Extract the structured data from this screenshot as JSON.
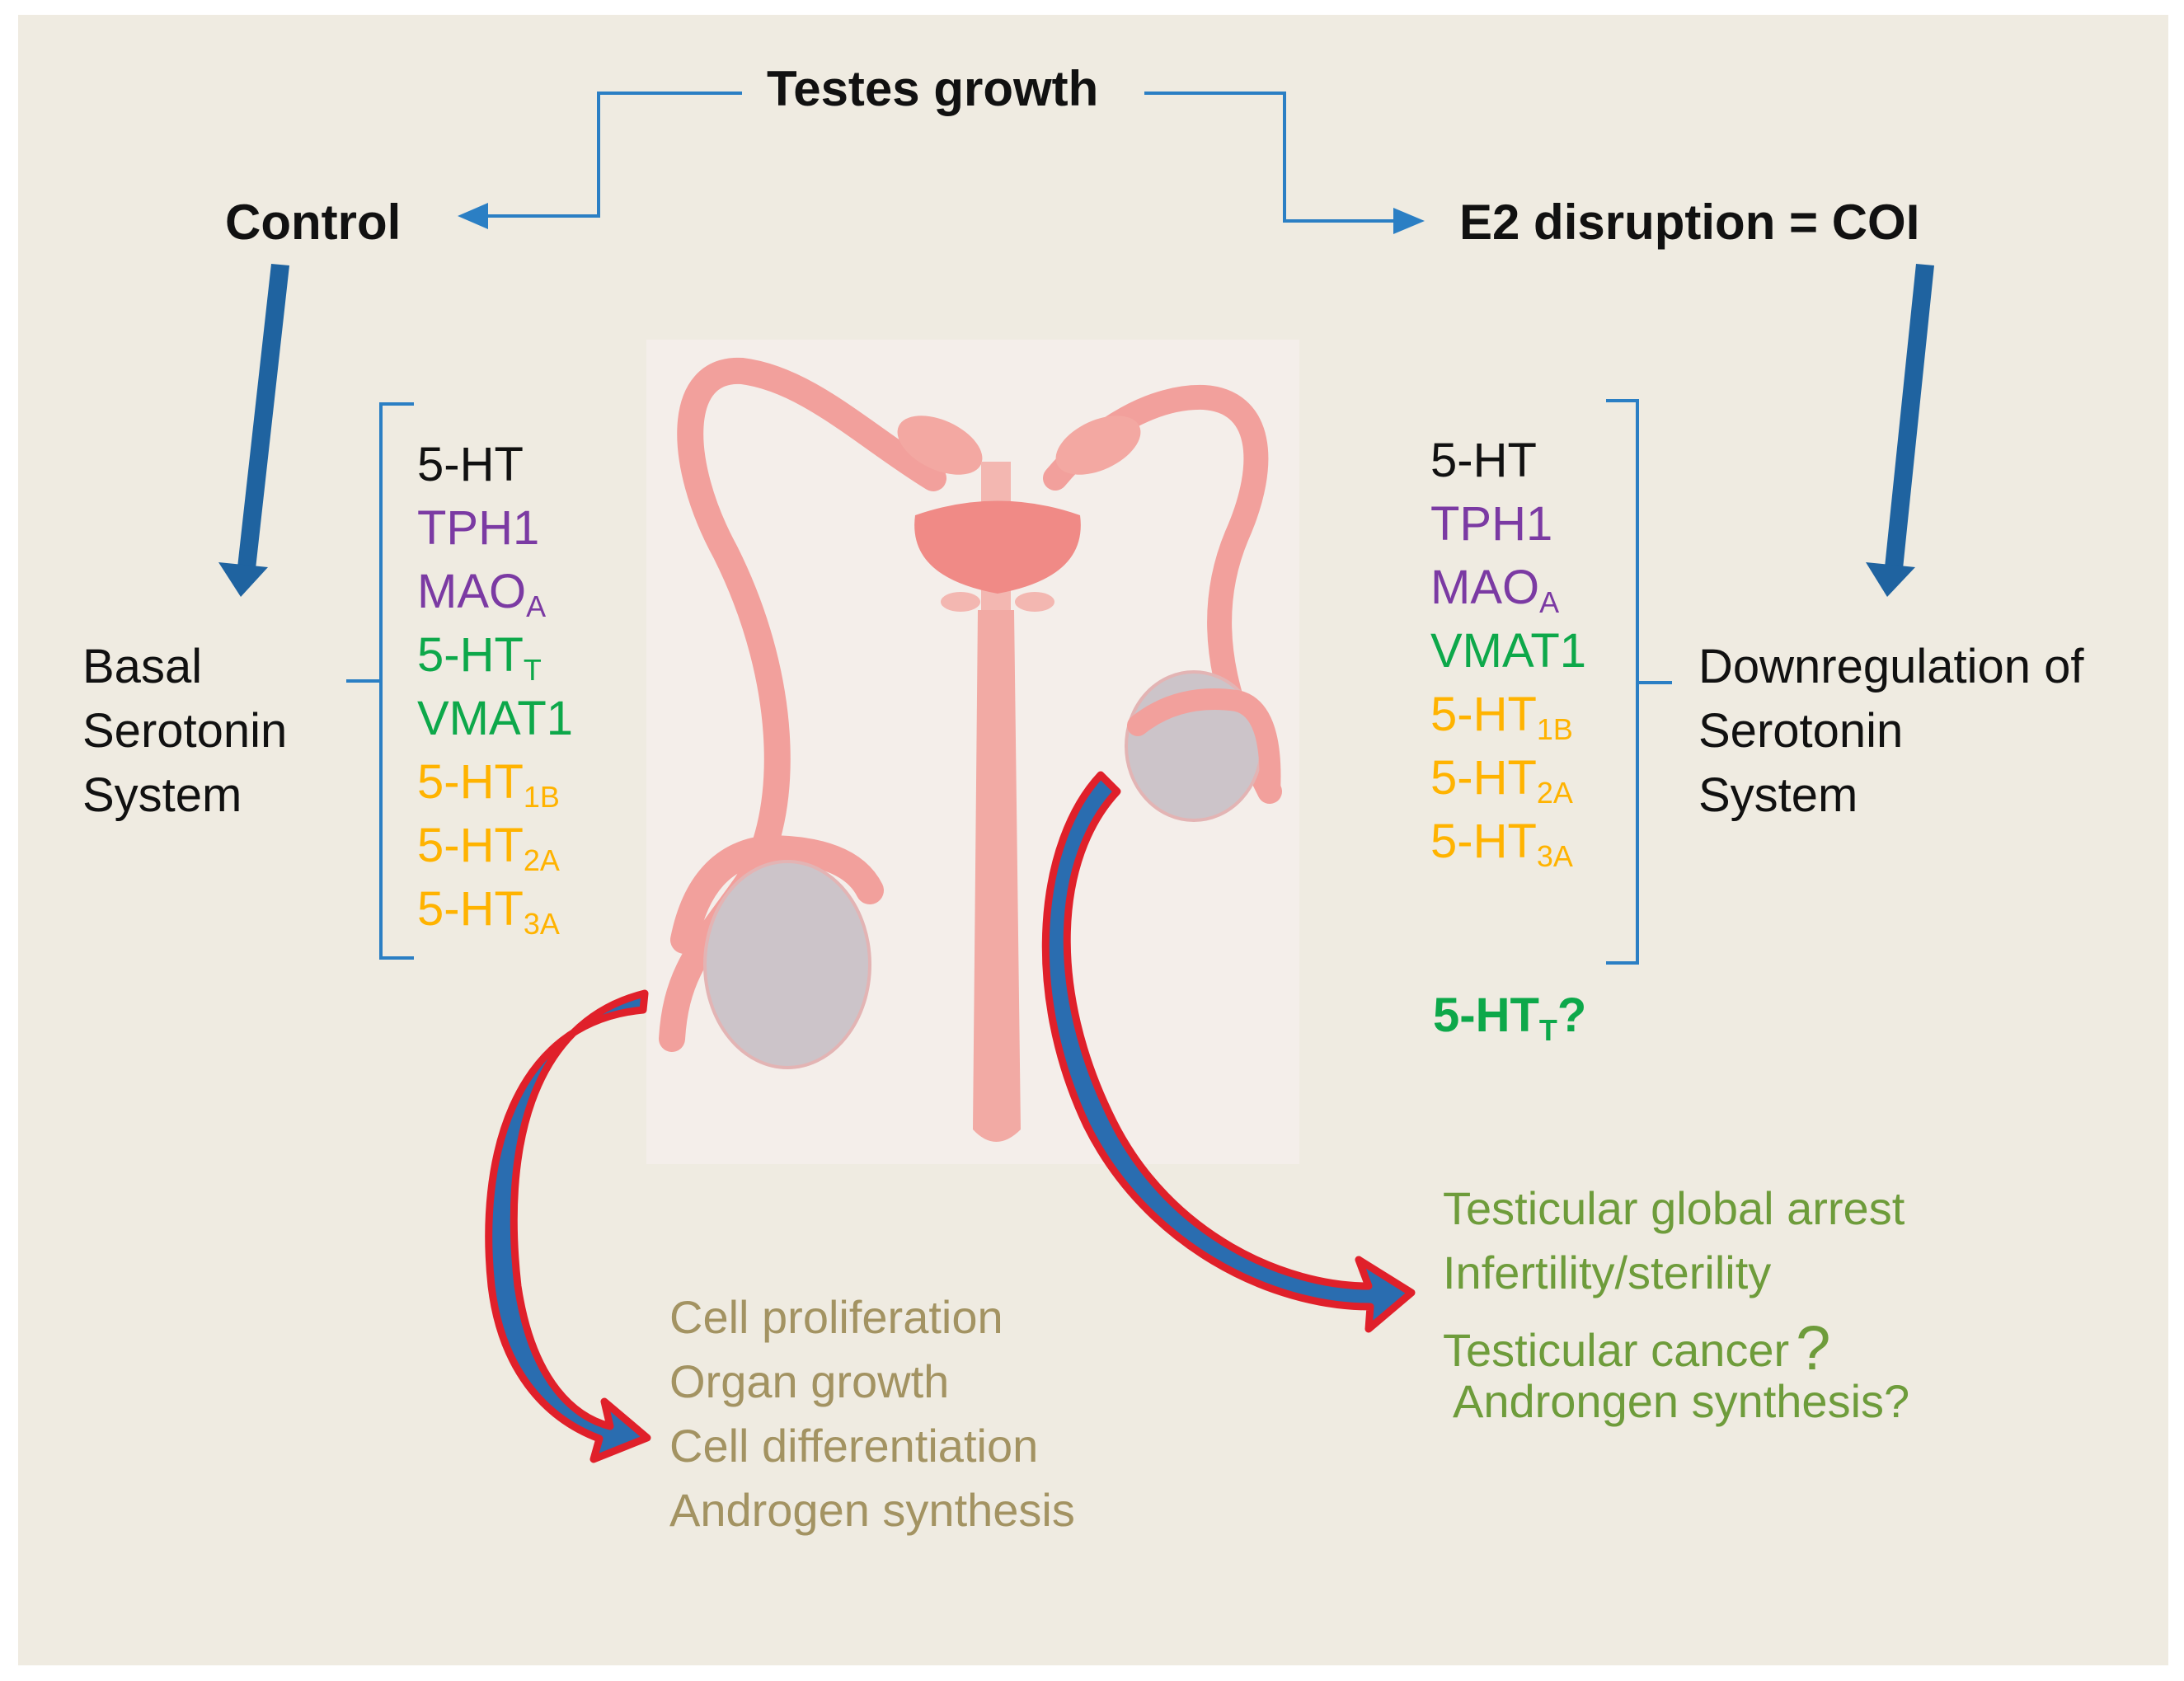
{
  "title": "Testes growth",
  "left": {
    "heading": "Control",
    "system_label": [
      "Basal",
      "Serotonin",
      "System"
    ],
    "markers": [
      {
        "text": "5-HT",
        "sub": "",
        "color": "black"
      },
      {
        "text": "TPH1",
        "sub": "",
        "color": "purple"
      },
      {
        "text": "MAO",
        "sub": "A",
        "color": "purple"
      },
      {
        "text": "5-HT",
        "sub": "T",
        "color": "green"
      },
      {
        "text": "VMAT1",
        "sub": "",
        "color": "green"
      },
      {
        "text": "5-HT",
        "sub": "1B",
        "color": "orange"
      },
      {
        "text": "5-HT",
        "sub": "2A",
        "color": "orange"
      },
      {
        "text": "5-HT",
        "sub": "3A",
        "color": "orange"
      }
    ],
    "outcomes": [
      "Cell proliferation",
      "Organ growth",
      "Cell differentiation",
      "Androgen synthesis"
    ]
  },
  "right": {
    "heading": "E2 disruption = COI",
    "system_label": [
      "Downregulation of",
      "Serotonin",
      "System"
    ],
    "markers": [
      {
        "text": "5-HT",
        "sub": "",
        "color": "black"
      },
      {
        "text": "TPH1",
        "sub": "",
        "color": "purple"
      },
      {
        "text": "MAO",
        "sub": "A",
        "color": "purple"
      },
      {
        "text": "VMAT1",
        "sub": "",
        "color": "green"
      },
      {
        "text": "5-HT",
        "sub": "1B",
        "color": "orange"
      },
      {
        "text": "5-HT",
        "sub": "2A",
        "color": "orange"
      },
      {
        "text": "5-HT",
        "sub": "3A",
        "color": "orange"
      }
    ],
    "extra_marker": {
      "text": "5-HT",
      "sub": "T",
      "suffix": "?"
    },
    "outcomes": [
      "Testicular global arrest",
      "Infertility/sterility",
      "Testicular cancer",
      "Androngen synthesis?"
    ],
    "cancer_question": "?"
  },
  "colors": {
    "panel": "#efebe1",
    "connector_blue": "#2b7fc4",
    "arrow_blue": "#1f63a0",
    "arrow_red": "#e0202a",
    "anatomy_pink": "#f2a09c",
    "black": "#111111",
    "purple": "#7b3aa3",
    "green": "#0da84a",
    "orange": "#ffb300",
    "olive": "#a39362",
    "light_green": "#6e9c3b"
  }
}
